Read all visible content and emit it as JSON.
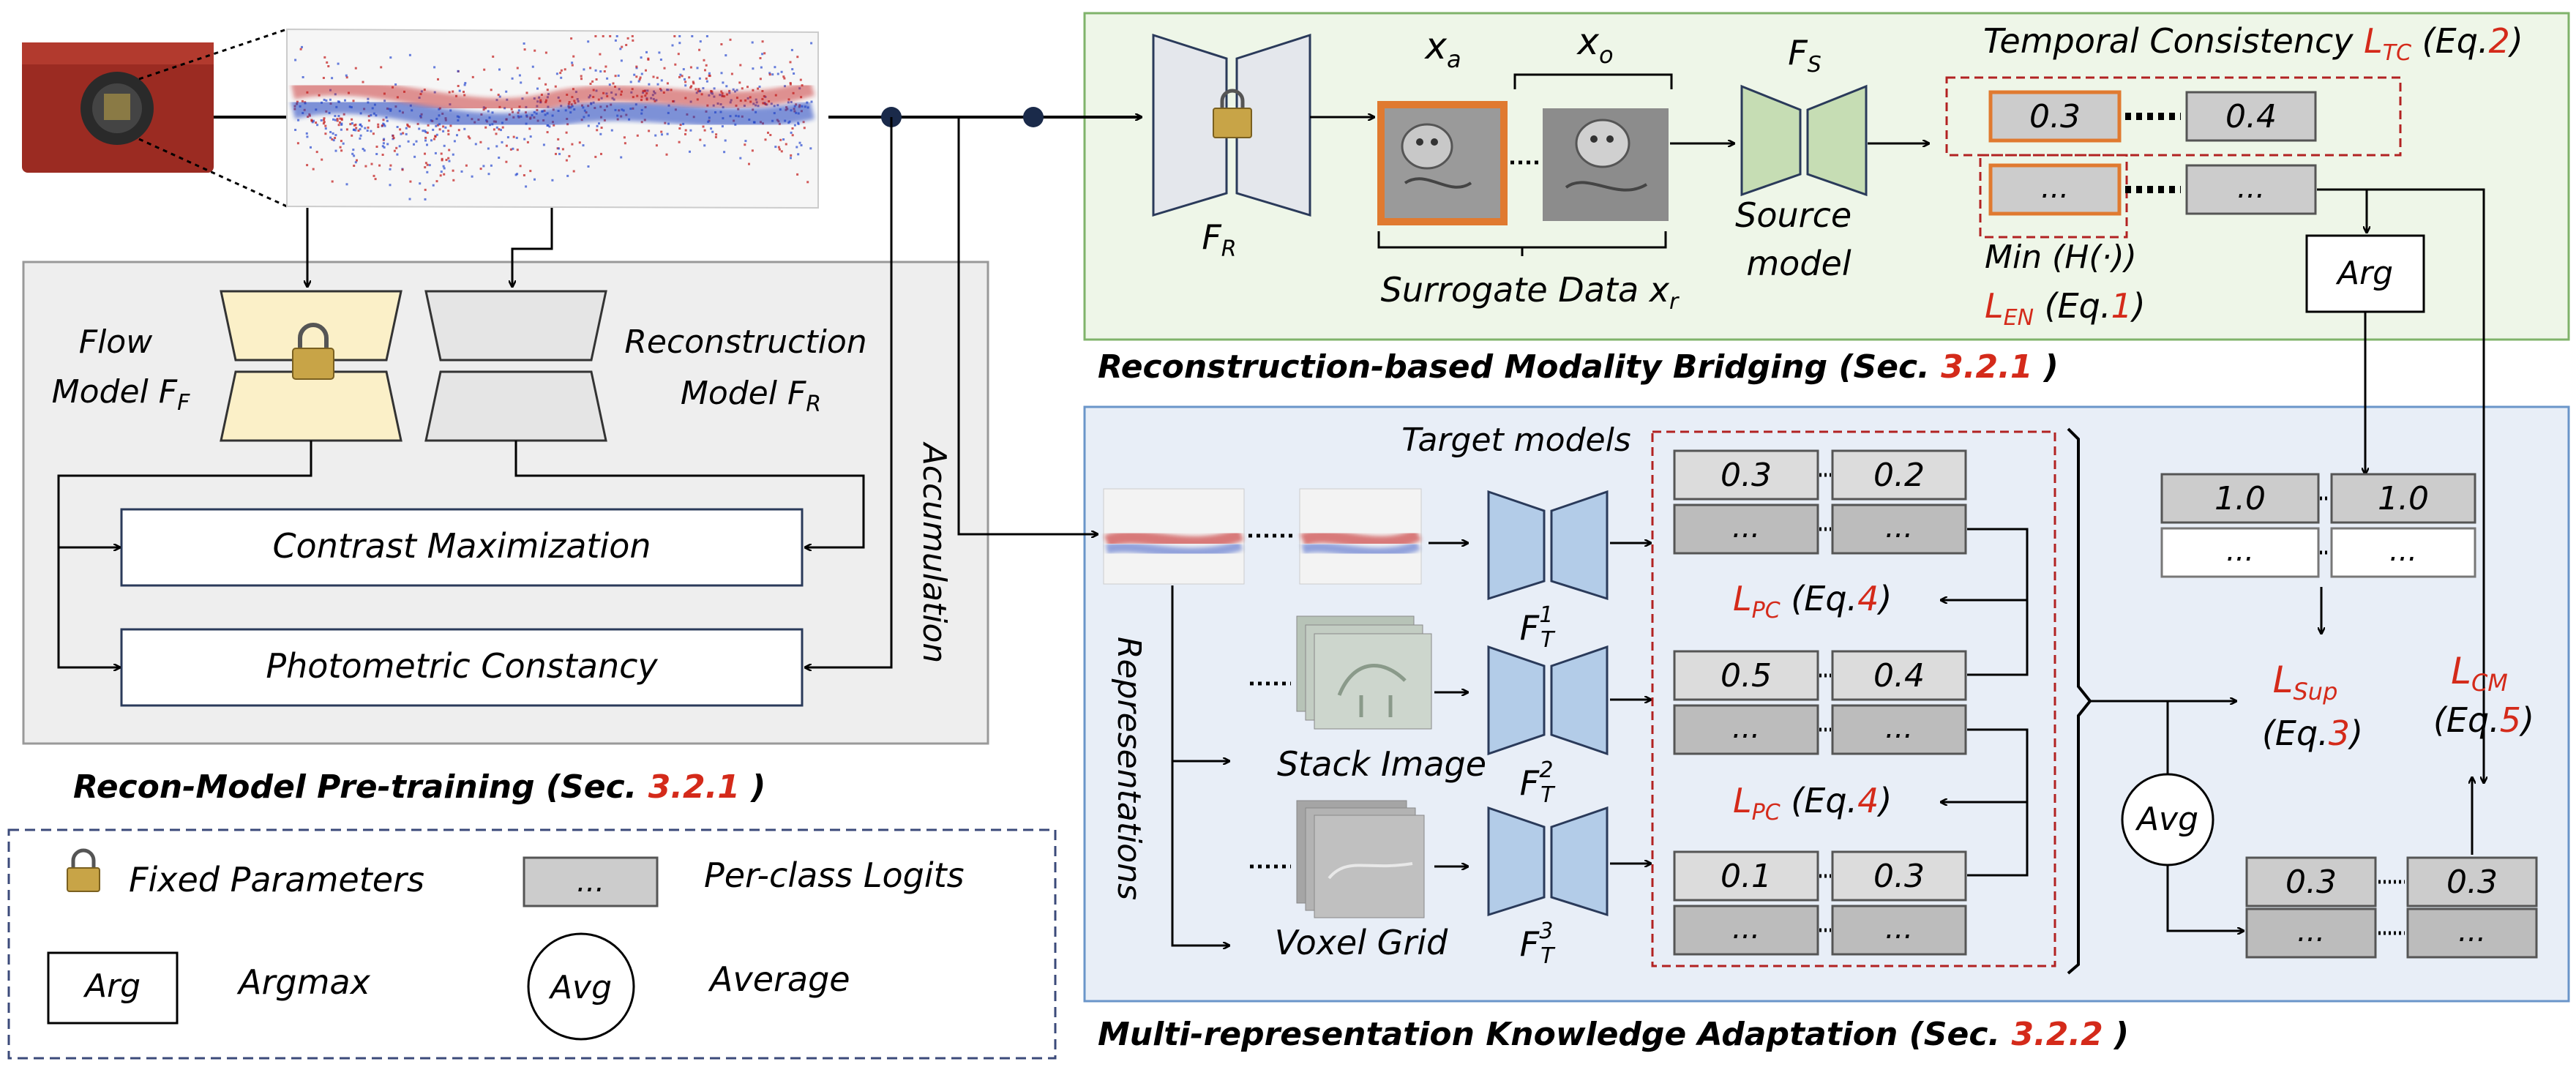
{
  "pretrain": {
    "flow_label": [
      "Flow",
      "Model F"
    ],
    "flow_sub": "F",
    "recon_label": [
      "Reconstruction",
      "Model F"
    ],
    "recon_sub": "R",
    "contrast": "Contrast Maximization",
    "photometric": "Photometric Constancy",
    "accumulation": "Accumulation",
    "title_prefix": "Recon-Model Pre-training (Sec. ",
    "title_sec": "3.2.1",
    "title_suffix": " )"
  },
  "legend": {
    "fixed": "Fixed Parameters",
    "logits_box": "...",
    "logits": "Per-class Logits",
    "arg_box": "Arg",
    "arg": "Argmax",
    "avg_circle": "Avg",
    "avg": "Average"
  },
  "bridging": {
    "fr": "F",
    "fr_sub": "R",
    "xa": "x",
    "xa_sub": "a",
    "xo": "x",
    "xo_sub": "o",
    "surrogate": "Surrogate Data x",
    "surrogate_sub": "r",
    "fs": "F",
    "fs_sub": "S",
    "source": [
      "Source",
      "model"
    ],
    "tc_text": "Temporal Consistency ",
    "tc_L": "L",
    "tc_sub": "TC",
    "tc_eq_pre": " (Eq.",
    "tc_eq_num": "2",
    "tc_eq_post": ")",
    "val_a": "0.3",
    "val_b": "0.4",
    "dots_a": "...",
    "dots_b": "...",
    "min_h": "Min (H(·))",
    "en_L": "L",
    "en_sub": "EN",
    "en_eq_pre": " (Eq.",
    "en_eq_num": "1",
    "en_eq_post": ")",
    "arg": "Arg",
    "title_prefix": "Reconstruction-based Modality Bridging (Sec. ",
    "title_sec": "3.2.1",
    "title_suffix": " )"
  },
  "adaptation": {
    "target_models": "Target models",
    "representations": "Representations",
    "stack_image": "Stack Image",
    "voxel_grid": "Voxel Grid",
    "ft": "F",
    "ft_sub": "T",
    "ft_sups": [
      "1",
      "2",
      "3"
    ],
    "logits": [
      [
        "0.3",
        "0.2"
      ],
      [
        "0.5",
        "0.4"
      ],
      [
        "0.1",
        "0.3"
      ]
    ],
    "dots": "...",
    "pc_L": "L",
    "pc_sub": "PC",
    "pc_eq_pre": " (Eq.",
    "pc_eq_num": "4",
    "pc_eq_post": ")",
    "pseudo": [
      "1.0",
      "1.0"
    ],
    "avg": "Avg",
    "avg_vals": [
      "0.3",
      "0.3"
    ],
    "sup_L": "L",
    "sup_sub": "Sup",
    "sup_eq_pre": "(Eq.",
    "sup_eq_num": "3",
    "sup_eq_post": ")",
    "cm_L": "L",
    "cm_sub": "CM",
    "cm_eq_pre": "(Eq.",
    "cm_eq_num": "5",
    "cm_eq_post": ")",
    "title_prefix": "Multi-representation Knowledge Adaptation (Sec. ",
    "title_sec": "3.2.2",
    "title_suffix": " )"
  },
  "colors": {
    "red_accent": "#d42a1a",
    "green_panel": "#eef6e8",
    "blue_panel": "#e8eef7",
    "gray_panel": "#eeeeee",
    "logit_box": "#cccccc",
    "flow_fill": "#fbf0c8",
    "source_fill": "#c6ddb4",
    "target_fill": "#b3cce8",
    "orange": "#e07a30"
  }
}
